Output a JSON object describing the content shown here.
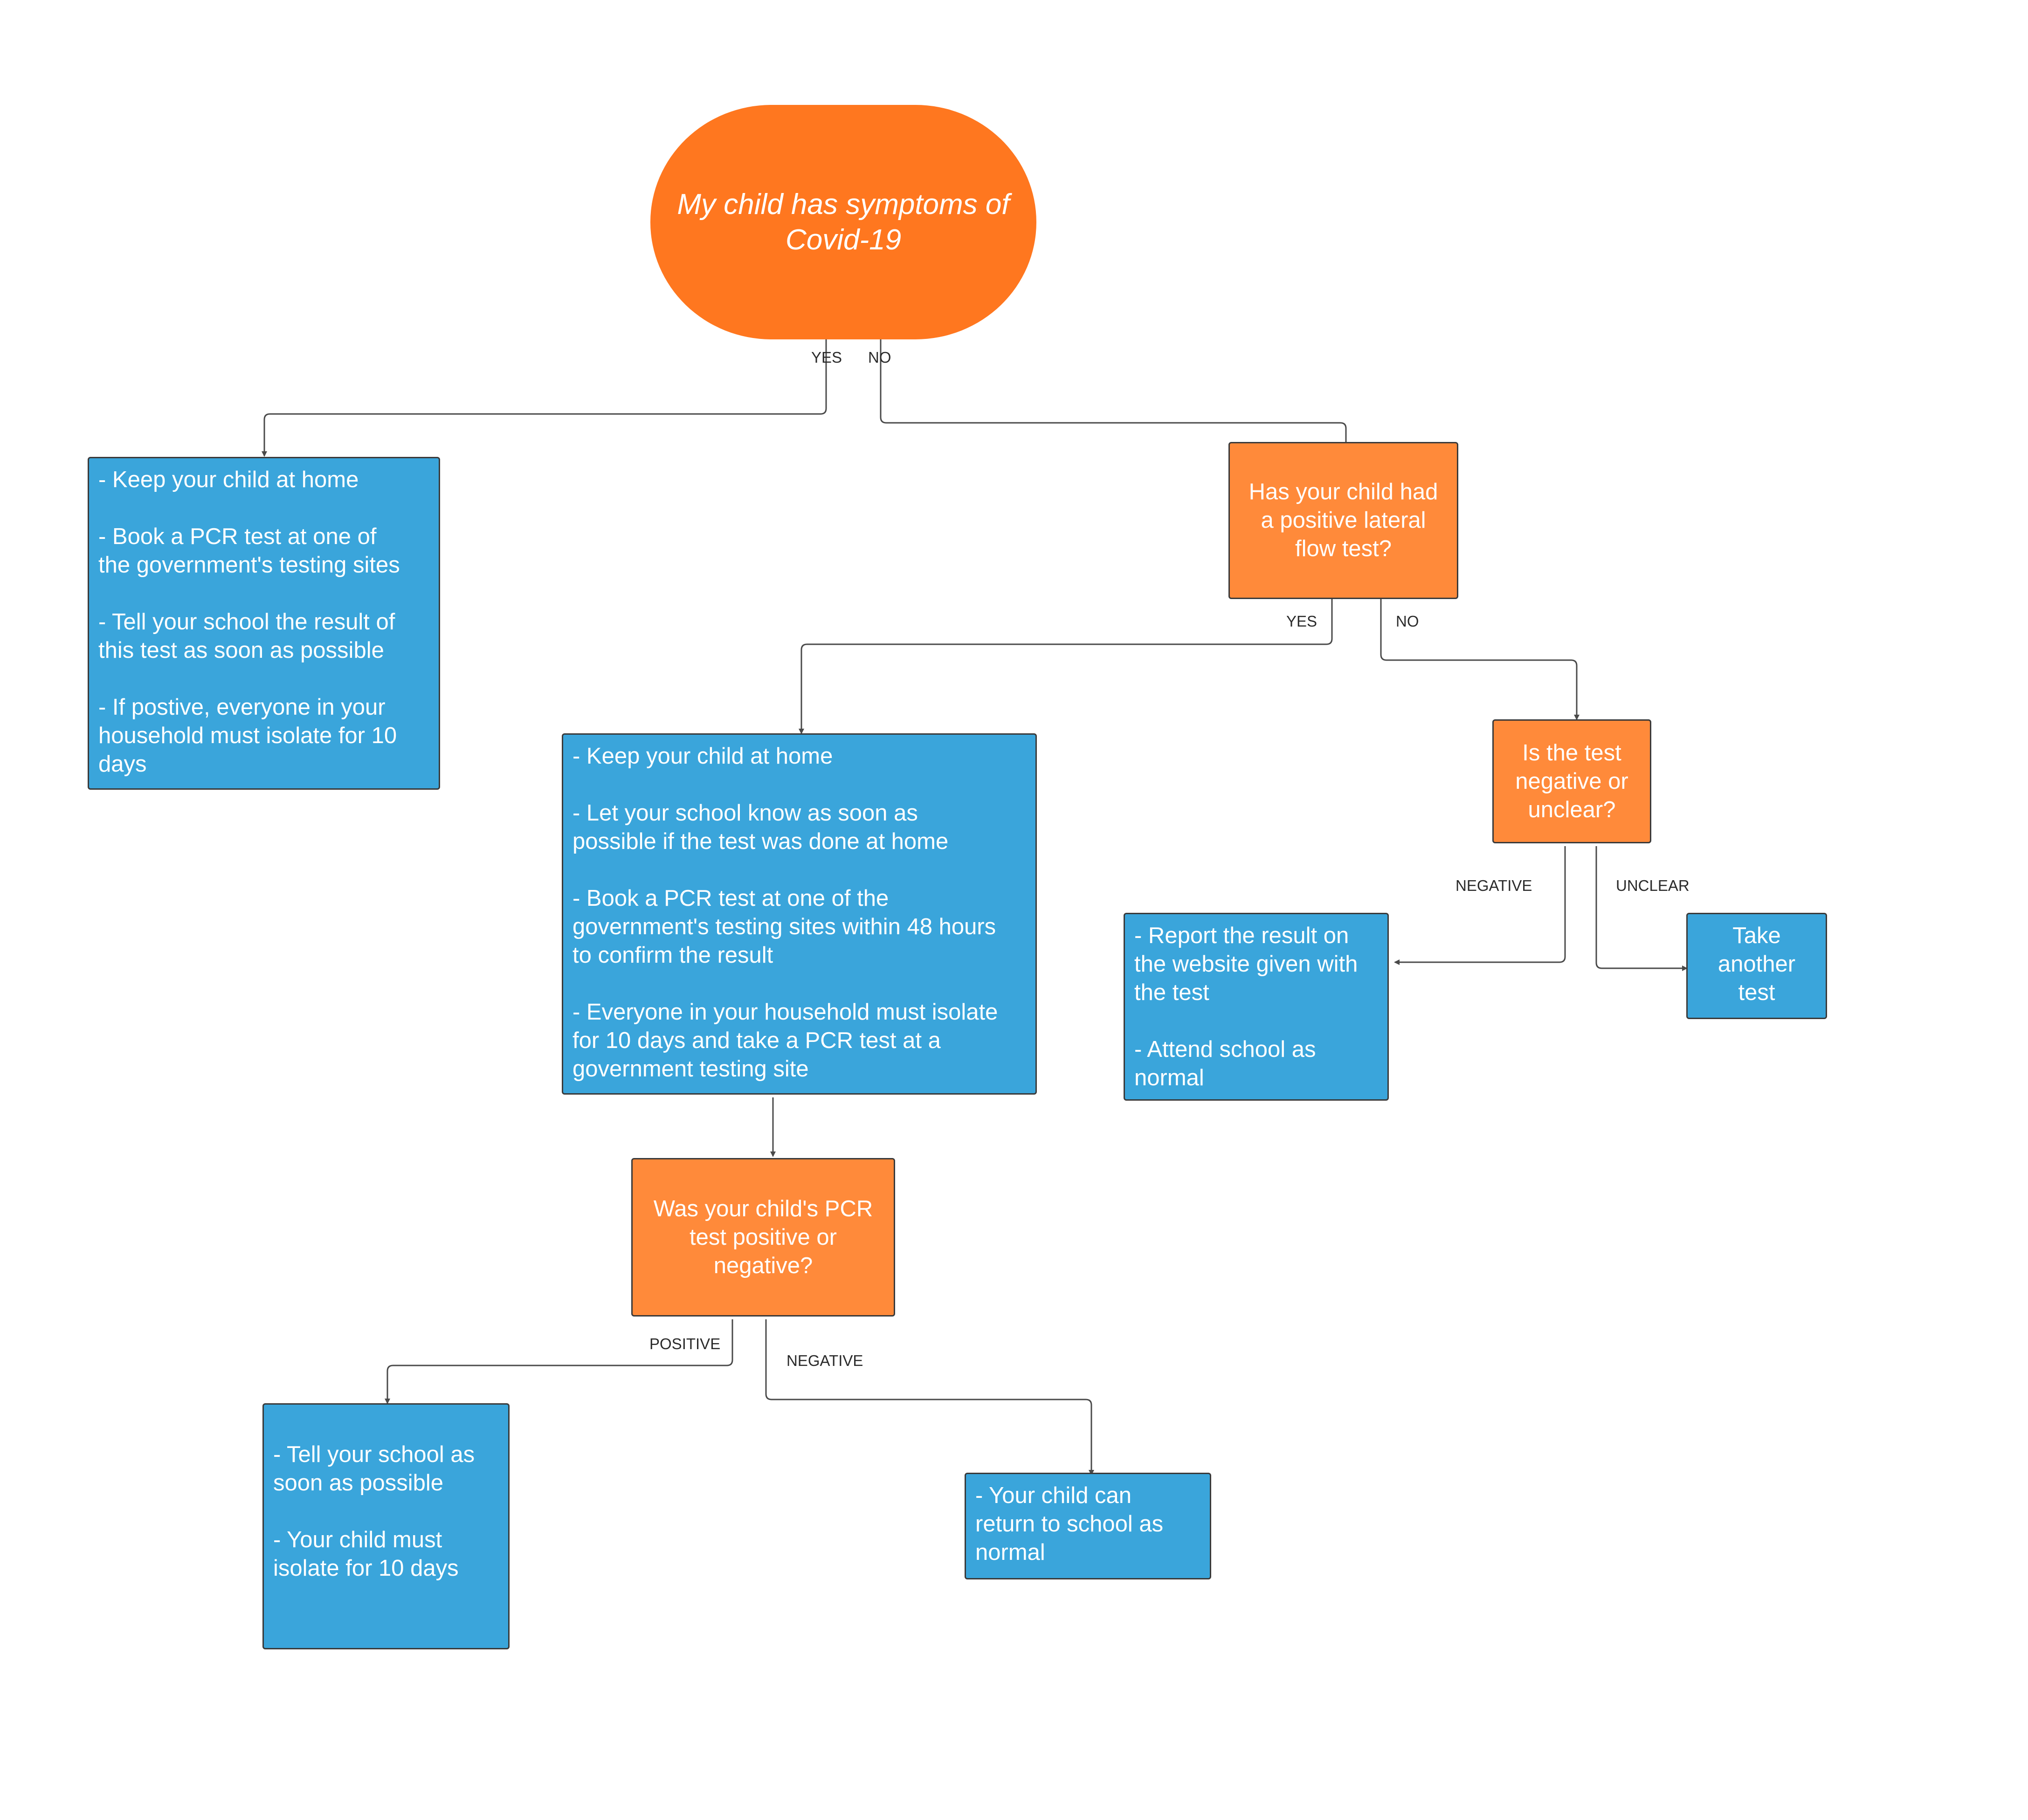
{
  "start": {
    "lines": [
      "My child has symptoms of",
      "Covid-19"
    ]
  },
  "edges": {
    "start_yes": "YES",
    "start_no": "NO",
    "lft_yes": "YES",
    "lft_no": "NO",
    "unclear_negative": "NEGATIVE",
    "unclear_unclear": "UNCLEAR",
    "pcr_positive": "POSITIVE",
    "pcr_negative": "NEGATIVE"
  },
  "nodes": {
    "yes_actions": {
      "lines": [
        " - Keep your child at home",
        "",
        " - Book a PCR test at one of",
        "the government's testing sites",
        "",
        " - Tell your school the result of",
        "this test as soon as possible",
        "",
        " - If postive, everyone in your",
        "household must isolate for 10",
        "days"
      ]
    },
    "lateral_flow_question": {
      "lines": [
        "Has your child had",
        "a positive lateral",
        "flow test?"
      ]
    },
    "lft_positive_actions": {
      "lines": [
        " - Keep your child at home",
        "",
        " - Let your school know as soon as",
        "possible if the test was done at home",
        "",
        " - Book a PCR test at one of the",
        "government's testing sites within 48 hours",
        "to confirm the result",
        "",
        " - Everyone in your household must isolate",
        "for 10 days and take a PCR test at a",
        "government testing site"
      ]
    },
    "negative_unclear_question": {
      "lines": [
        "Is the test",
        "negative or",
        "unclear?"
      ]
    },
    "report_result": {
      "lines": [
        " - Report the result on",
        "the website given with",
        "the test",
        "",
        " - Attend school as",
        "normal"
      ]
    },
    "take_another_test": {
      "lines": [
        "Take",
        "another",
        "test"
      ]
    },
    "pcr_question": {
      "lines": [
        "Was your child's PCR",
        "test positive or",
        "negative?"
      ]
    },
    "pcr_positive_actions": {
      "lines": [
        "",
        " - Tell your school as",
        "soon as possible",
        "",
        " - Your child must",
        "isolate for 10 days"
      ]
    },
    "pcr_negative_actions": {
      "lines": [
        " - Your child can",
        "return to school as",
        "normal"
      ]
    }
  },
  "colors": {
    "start_fill": "#ff771f",
    "question_fill": "#ff8a3a",
    "action_fill": "#3aa5db",
    "connector": "#4a4a4a"
  }
}
